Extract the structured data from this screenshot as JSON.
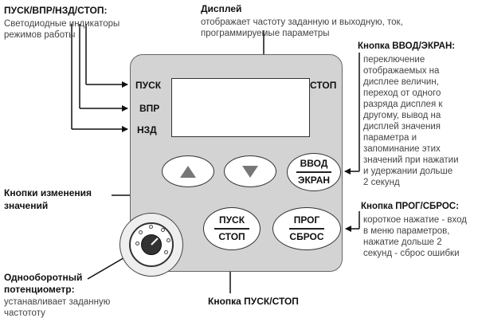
{
  "top_left": {
    "title": "ПУСК/ВПР/НЗД/СТОП:",
    "desc_lines": [
      "Светодиодные индикаторы",
      "режимов работы"
    ]
  },
  "display_note": {
    "title": "Дисплей",
    "desc_lines": [
      "отображает частоту заданную и выходную, ток,",
      "программируемые параметры"
    ]
  },
  "enter_note": {
    "title": "Кнопка ВВОД/ЭКРАН:",
    "desc_lines": [
      "переключение",
      "отображаемых на",
      "дисплее величин,",
      "переход от одного",
      "разряда дисплея к",
      "другому, вывод на",
      "дисплей значения",
      "параметра и",
      "запоминание этих",
      "значений при нажатии",
      "и удержании дольше",
      "2 секунд"
    ]
  },
  "change_note": {
    "title_lines": [
      "Кнопки изменения",
      "значений"
    ]
  },
  "prog_note": {
    "title": "Кнопка ПРОГ/СБРОС:",
    "desc_lines": [
      "короткое нажатие - вход",
      "в меню параметров,",
      "нажатие дольше 2",
      "секунд - сброс ошибки"
    ]
  },
  "pot_note": {
    "title_lines": [
      "Однооборотный",
      "потенциометр:"
    ],
    "desc_lines": [
      "устанавливает заданную",
      "частототу"
    ]
  },
  "start_stop_note": {
    "title": "Кнопка ПУСК/СТОП"
  },
  "panel": {
    "indicators": [
      "ПУСК",
      "ВПР",
      "НЗД"
    ],
    "stop_label": "СТОП",
    "enter_btn": {
      "top": "ВВОД",
      "bottom": "ЭКРАН"
    },
    "start_btn": {
      "top": "ПУСК",
      "bottom": "СТОП"
    },
    "prog_btn": {
      "top": "ПРОГ",
      "bottom": "СБРОС"
    },
    "up_icon": "triangle-up",
    "down_icon": "triangle-down"
  }
}
